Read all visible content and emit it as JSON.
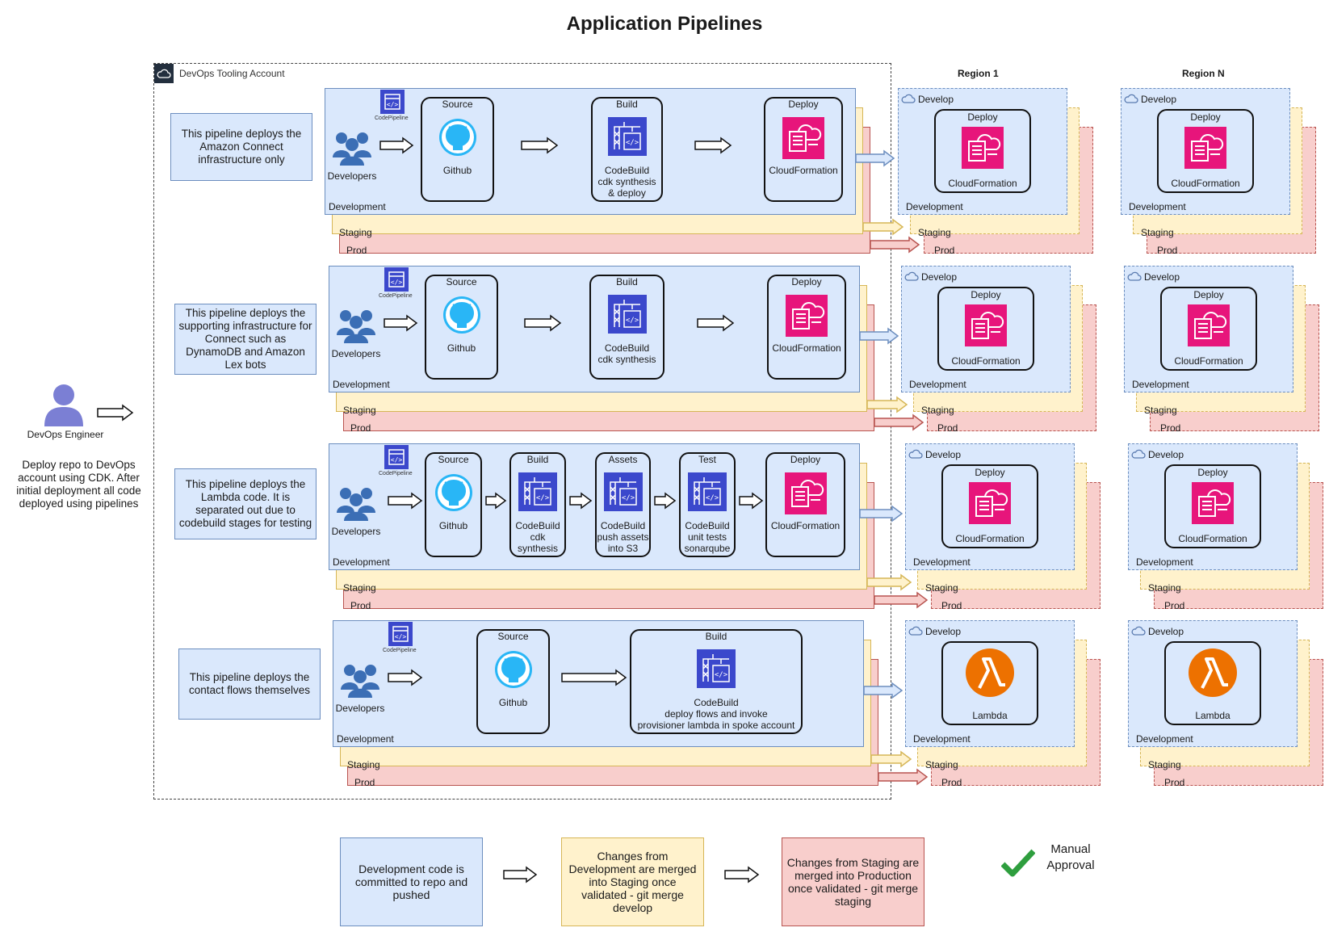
{
  "title": "Application Pipelines",
  "tooling_account": "DevOps Tooling Account",
  "codepipeline_label": "CodePipeline",
  "devops_engineer": {
    "label": "DevOps Engineer",
    "note": "Deploy repo to DevOps account using CDK. After initial deployment all code deployed using pipelines"
  },
  "regions": [
    "Region 1",
    "Region N"
  ],
  "env_labels": {
    "dev": "Development",
    "staging": "Staging",
    "prod": "Prod",
    "develop": "Develop"
  },
  "developers_label": "Developers",
  "pipelines": [
    {
      "note": "This pipeline deploys the Amazon Connect infrastructure only",
      "stages": [
        {
          "title": "Source",
          "caption": "Github"
        },
        {
          "title": "Build",
          "caption": "CodeBuild\ncdk synthesis\n& deploy"
        },
        {
          "title": "Deploy",
          "caption": "CloudFormation"
        }
      ],
      "region_deploy": {
        "title": "Deploy",
        "caption": "CloudFormation"
      }
    },
    {
      "note": "This pipeline deploys the supporting infrastructure for Connect such as DynamoDB and Amazon Lex bots",
      "stages": [
        {
          "title": "Source",
          "caption": "Github"
        },
        {
          "title": "Build",
          "caption": "CodeBuild\ncdk synthesis"
        },
        {
          "title": "Deploy",
          "caption": "CloudFormation"
        }
      ],
      "region_deploy": {
        "title": "Deploy",
        "caption": "CloudFormation"
      }
    },
    {
      "note": "This pipeline deploys the Lambda code. It is separated out due to codebuild stages for testing",
      "stages": [
        {
          "title": "Source",
          "caption": "Github"
        },
        {
          "title": "Build",
          "caption": "CodeBuild\ncdk\nsynthesis"
        },
        {
          "title": "Assets",
          "caption": "CodeBuild\npush assets\ninto S3"
        },
        {
          "title": "Test",
          "caption": "CodeBuild\nunit tests\nsonarqube"
        },
        {
          "title": "Deploy",
          "caption": "CloudFormation"
        }
      ],
      "region_deploy": {
        "title": "Deploy",
        "caption": "CloudFormation"
      }
    },
    {
      "note": "This pipeline deploys the contact flows themselves",
      "stages": [
        {
          "title": "Source",
          "caption": "Github"
        },
        {
          "title": "Build",
          "caption": "CodeBuild\ndeploy flows and invoke\nprovisioner lambda in spoke account"
        }
      ],
      "region_deploy": {
        "title": "",
        "caption": "Lambda"
      }
    }
  ],
  "legend": [
    {
      "text": "Development code is committed to repo and pushed",
      "color": "#dae8fc"
    },
    {
      "text": "Changes from Development are merged into Staging once validated - git merge develop",
      "color": "#fff2cc"
    },
    {
      "text": "Changes from Staging are merged into Production once validated - git merge staging",
      "color": "#f8cecc"
    }
  ],
  "manual_approval": "Manual\nApproval",
  "colors": {
    "dev": "#dae8fc",
    "staging": "#fff2cc",
    "prod": "#f8cecc",
    "codebuild": "#3b48cc",
    "cloudformation": "#e7157b",
    "github": "#29b6f6",
    "lambda": "#ed7100",
    "users": "#3b6eb5"
  }
}
